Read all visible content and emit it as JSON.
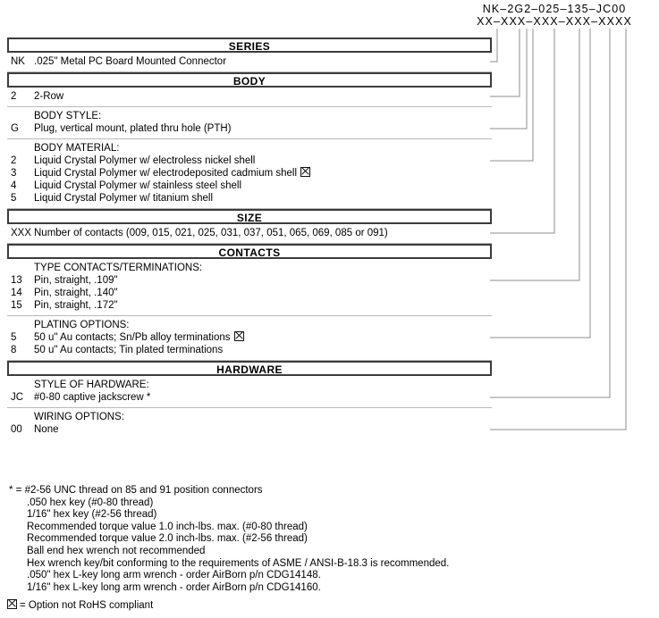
{
  "part_number": {
    "example": "NK–2G2–025–135–JC00",
    "mask": "XX–XXX–XXX–XXX–XXXX"
  },
  "sections": [
    {
      "title": "SERIES",
      "blocks": [
        {
          "heading": "",
          "rows": [
            {
              "code": "NK",
              "text": ".025\" Metal PC Board Mounted Connector",
              "rohs": false
            }
          ]
        }
      ]
    },
    {
      "title": "BODY",
      "blocks": [
        {
          "heading": "",
          "rows": [
            {
              "code": "2",
              "text": "2-Row",
              "rohs": false
            }
          ]
        },
        {
          "heading": "BODY STYLE:",
          "rows": [
            {
              "code": "G",
              "text": "Plug, vertical mount, plated thru hole (PTH)",
              "rohs": false
            }
          ]
        },
        {
          "heading": "BODY MATERIAL:",
          "rows": [
            {
              "code": "2",
              "text": "Liquid Crystal Polymer w/ electroless nickel shell",
              "rohs": false
            },
            {
              "code": "3",
              "text": "Liquid Crystal Polymer w/ electrodeposited cadmium shell",
              "rohs": true
            },
            {
              "code": "4",
              "text": "Liquid Crystal Polymer w/ stainless steel shell",
              "rohs": false
            },
            {
              "code": "5",
              "text": "Liquid Crystal Polymer w/ titanium shell",
              "rohs": false
            }
          ]
        }
      ]
    },
    {
      "title": "SIZE",
      "blocks": [
        {
          "heading": "",
          "rows": [
            {
              "code": "XXX",
              "text": "Number of contacts (009, 015, 021, 025, 031, 037, 051, 065, 069, 085 or 091)",
              "rohs": false
            }
          ]
        }
      ]
    },
    {
      "title": "CONTACTS",
      "blocks": [
        {
          "heading": "TYPE CONTACTS/TERMINATIONS:",
          "rows": [
            {
              "code": "13",
              "text": "Pin, straight, .109\"",
              "rohs": false
            },
            {
              "code": "14",
              "text": "Pin, straight, .140\"",
              "rohs": false
            },
            {
              "code": "15",
              "text": "Pin, straight, .172\"",
              "rohs": false
            }
          ]
        },
        {
          "heading": "PLATING OPTIONS:",
          "rows": [
            {
              "code": "5",
              "text": "50 u\" Au contacts; Sn/Pb alloy terminations",
              "rohs": true
            },
            {
              "code": "8",
              "text": "50 u\" Au contacts; Tin plated terminations",
              "rohs": false
            }
          ]
        }
      ]
    },
    {
      "title": "HARDWARE",
      "blocks": [
        {
          "heading": "STYLE OF HARDWARE:",
          "rows": [
            {
              "code": "JC",
              "text": "#0-80 captive jackscrew *",
              "rohs": false
            }
          ]
        },
        {
          "heading": "WIRING OPTIONS:",
          "rows": [
            {
              "code": "00",
              "text": "None",
              "rohs": false
            }
          ]
        }
      ]
    }
  ],
  "footnotes": [
    "* = #2-56 UNC thread on 85 and 91 position connectors",
    ".050 hex key (#0-80 thread)",
    "1/16\" hex key (#2-56 thread)",
    "Recommended torque value 1.0 inch-lbs. max. (#0-80 thread)",
    "Recommended torque value 2.0 inch-lbs. max. (#2-56 thread)",
    "Ball end hex wrench not recommended",
    "Hex wrench key/bit conforming to the requirements of ASME / ANSI-B-18.3 is recommended.",
    ".050\" hex L-key long arm wrench - order AirBorn p/n CDG14148.",
    "1/16\" hex L-key long arm wrench - order AirBorn p/n CDG14160."
  ],
  "rohs_legend": "= Option not RoHS compliant",
  "colors": {
    "box_border": "#3b3b3b",
    "rule": "#b9b9b9",
    "leader": "#8c8c8c",
    "text": "#000000"
  }
}
